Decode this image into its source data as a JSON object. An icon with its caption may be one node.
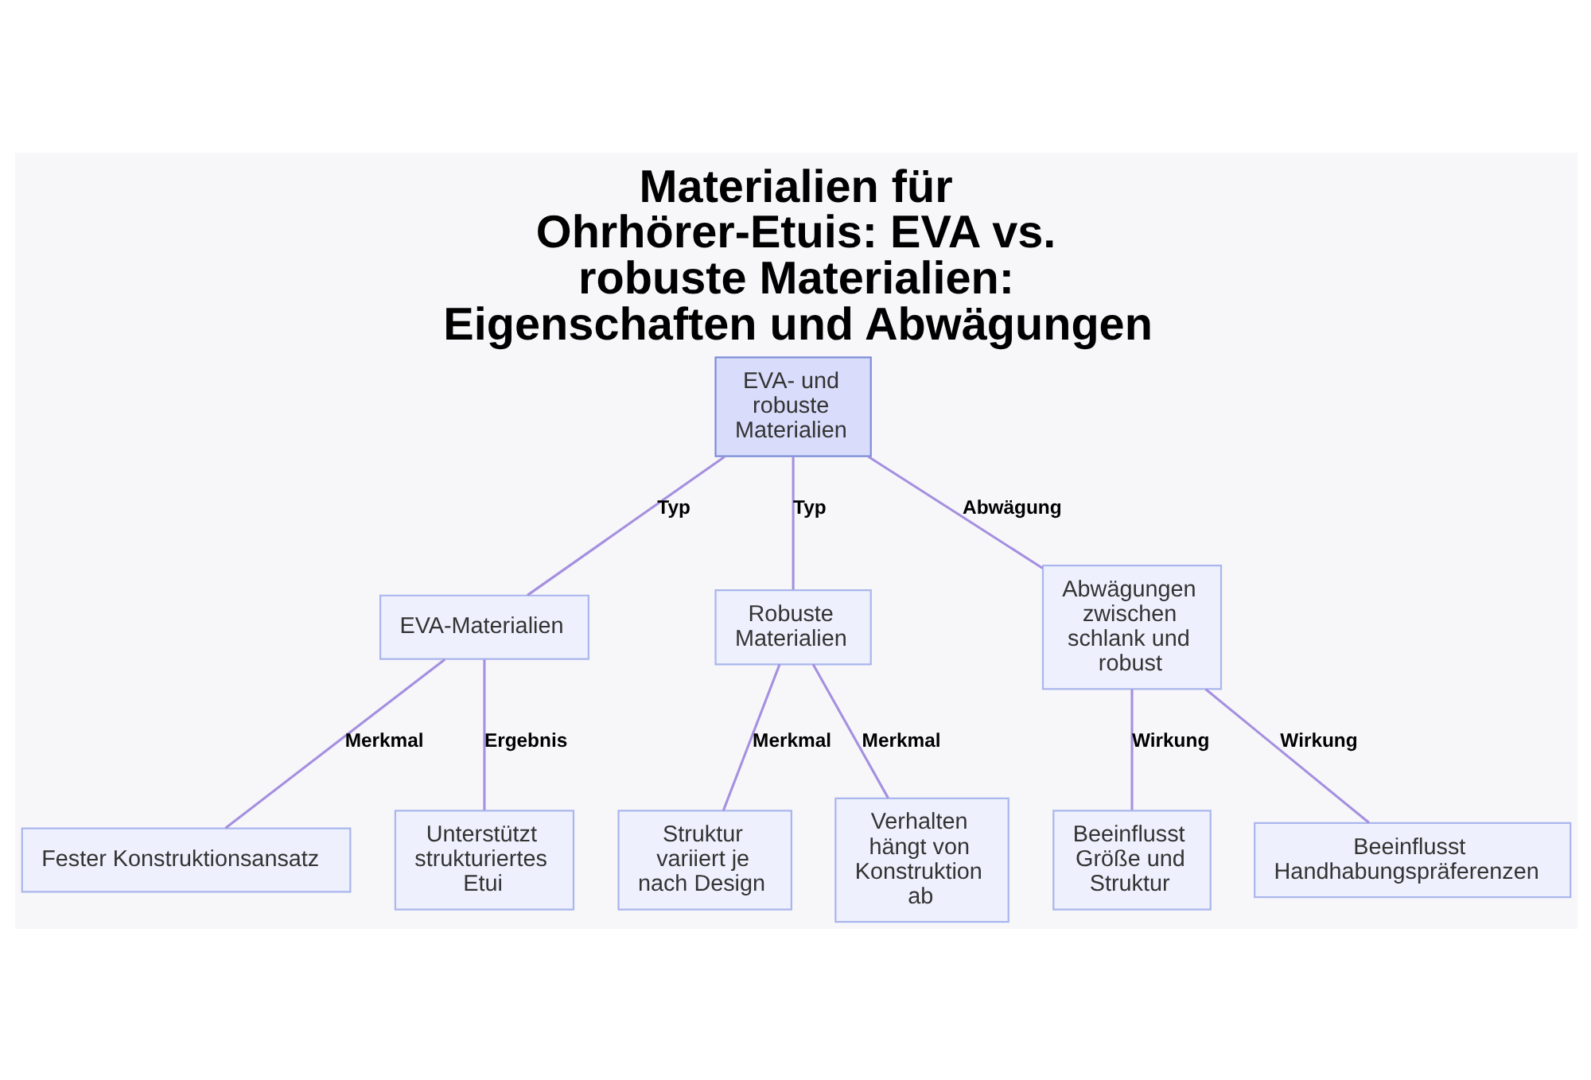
{
  "diagram": {
    "title": "Materialien für Ohrhörer-Etuis: EVA vs. robuste Materialien: Eigenschaften und Abwägungen",
    "nodes": [
      {
        "text": [
          "EVA- und robuste Materialien"
        ]
      },
      {
        "text": [
          "EVA-Materialien"
        ]
      },
      {
        "text": [
          "Robuste Materialien"
        ]
      },
      {
        "text": [
          "Abwägungen zwischen schlank und robust"
        ]
      },
      {
        "text": [
          "Fester Konstruktionsansatz"
        ]
      },
      {
        "text": [
          "Unterstützt strukturiertes Etui"
        ]
      },
      {
        "text": [
          "Struktur variiert je nach Design"
        ]
      },
      {
        "text": [
          "Verhalten hängt von Konstruktion ab"
        ]
      },
      {
        "text": [
          "Beeinflusst Größe und Struktur"
        ]
      },
      {
        "text": [
          "Beeinflusst Handhabungspräferenzen"
        ]
      }
    ],
    "edges": [
      {
        "from": 0,
        "to": 1,
        "arrow": "none",
        "label": "Typ"
      },
      {
        "from": 0,
        "to": 2,
        "arrow": "none",
        "label": "Typ"
      },
      {
        "from": 0,
        "to": 3,
        "arrow": "none",
        "label": "Abwägung"
      },
      {
        "from": 1,
        "to": 4,
        "arrow": "none",
        "label": "Merkmal"
      },
      {
        "from": 1,
        "to": 5,
        "arrow": "none",
        "label": "Ergebnis"
      },
      {
        "from": 2,
        "to": 6,
        "arrow": "none",
        "label": "Merkmal"
      },
      {
        "from": 2,
        "to": 7,
        "arrow": "none",
        "label": "Merkmal"
      },
      {
        "from": 3,
        "to": 8,
        "arrow": "none",
        "label": "Wirkung"
      },
      {
        "from": 3,
        "to": 9,
        "arrow": "none",
        "label": "Wirkung"
      }
    ]
  }
}
